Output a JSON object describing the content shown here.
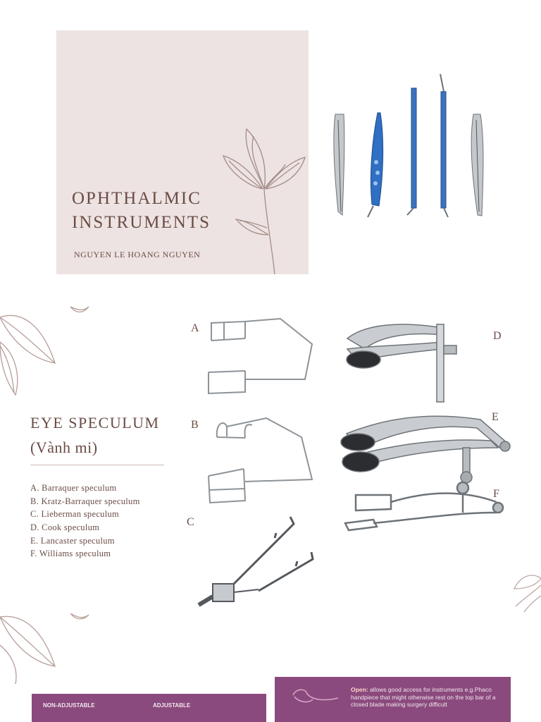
{
  "slide1": {
    "title": "OPHTHALMIC INSTRUMENTS",
    "author": "NGUYEN LE HOANG NGUYEN"
  },
  "slide2": {
    "title": "EYE SPECULUM",
    "subtitle": "(Vành mi)",
    "items": [
      "A. Barraquer speculum",
      "B. Kratz-Barraquer speculum",
      "C. Lieberman speculum",
      "D. Cook speculum",
      "E. Lancaster speculum",
      "F. Williams speculum"
    ],
    "figure_labels": [
      "A",
      "B",
      "C",
      "D",
      "E",
      "F"
    ]
  },
  "slide3": {
    "non_adjustable": "NON-ADJUSTABLE",
    "adjustable": "ADJUSTABLE",
    "open_label": "Open:",
    "open_text": "allows good access for instruments e.g.Phaco handpiece that might otherwise rest on the top bar of a closed blade making surgery difficult"
  },
  "colors": {
    "title_card_bg": "#ede3e2",
    "text_brown": "#6a4c45",
    "band_purple": "#8b4a7d"
  }
}
